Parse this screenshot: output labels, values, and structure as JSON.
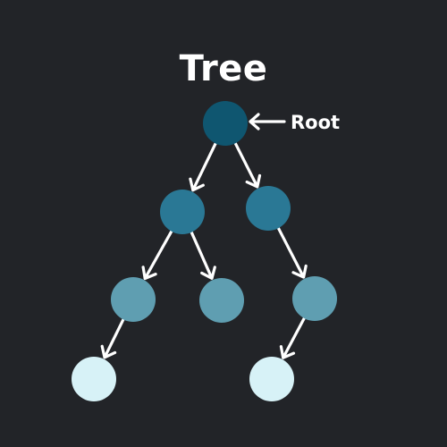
{
  "title": "Tree",
  "root_label": "Root",
  "colors": {
    "background": "#222428",
    "text": "#ffffff",
    "arrow": "#ffffff",
    "level_0": "#0f5670",
    "level_1": "#2a7895",
    "level_2": "#5f9eb1",
    "level_3": "#d7f2f7"
  },
  "nodes": [
    {
      "id": "root",
      "level": 0
    },
    {
      "id": "n1",
      "level": 1
    },
    {
      "id": "n2",
      "level": 1
    },
    {
      "id": "n3",
      "level": 2
    },
    {
      "id": "n4",
      "level": 2
    },
    {
      "id": "n5",
      "level": 2
    },
    {
      "id": "n6",
      "level": 3
    },
    {
      "id": "n7",
      "level": 3
    }
  ],
  "edges": [
    {
      "from": "root",
      "to": "n1"
    },
    {
      "from": "root",
      "to": "n2"
    },
    {
      "from": "n1",
      "to": "n3"
    },
    {
      "from": "n1",
      "to": "n4"
    },
    {
      "from": "n2",
      "to": "n5"
    },
    {
      "from": "n3",
      "to": "n6"
    },
    {
      "from": "n5",
      "to": "n7"
    }
  ]
}
